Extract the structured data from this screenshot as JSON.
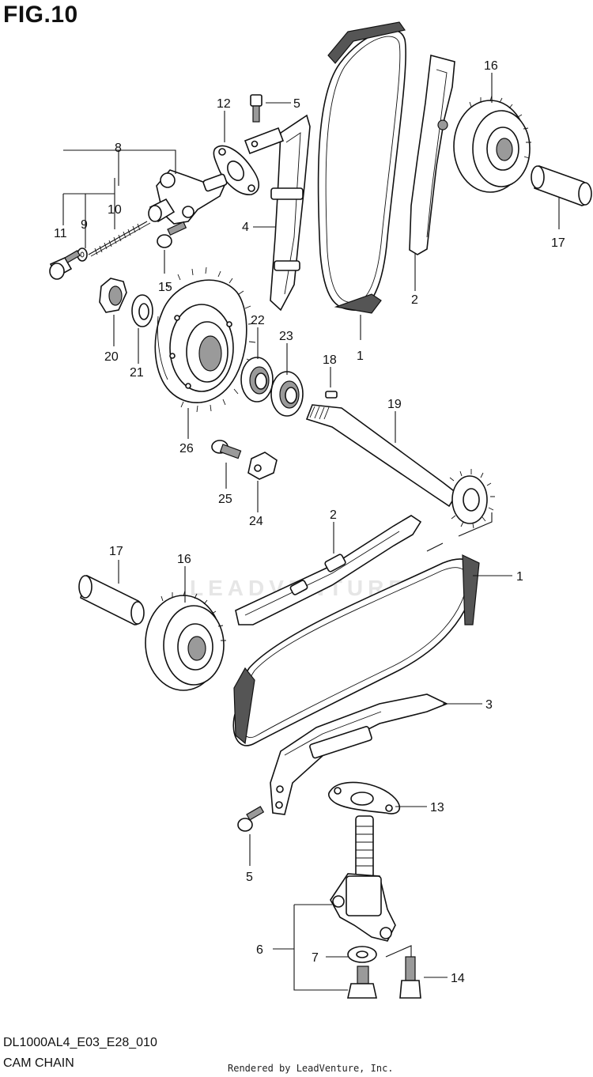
{
  "figure": {
    "title": "FIG.10",
    "model_code": "DL1000AL4_E03_E28_010",
    "section_title": "CAM CHAIN",
    "credit": "Rendered by LeadVenture, Inc.",
    "watermark": "LEADVENTURE"
  },
  "callouts": {
    "c1a": "1",
    "c1b": "1",
    "c2a": "2",
    "c2b": "2",
    "c3": "3",
    "c4": "4",
    "c5a": "5",
    "c5b": "5",
    "c6": "6",
    "c7": "7",
    "c8": "8",
    "c9": "9",
    "c10": "10",
    "c11": "11",
    "c12": "12",
    "c13": "13",
    "c14": "14",
    "c15": "15",
    "c16a": "16",
    "c16b": "16",
    "c17a": "17",
    "c17b": "17",
    "c18": "18",
    "c19": "19",
    "c20": "20",
    "c21": "21",
    "c22": "22",
    "c23": "23",
    "c24": "24",
    "c25": "25",
    "c26": "26"
  }
}
